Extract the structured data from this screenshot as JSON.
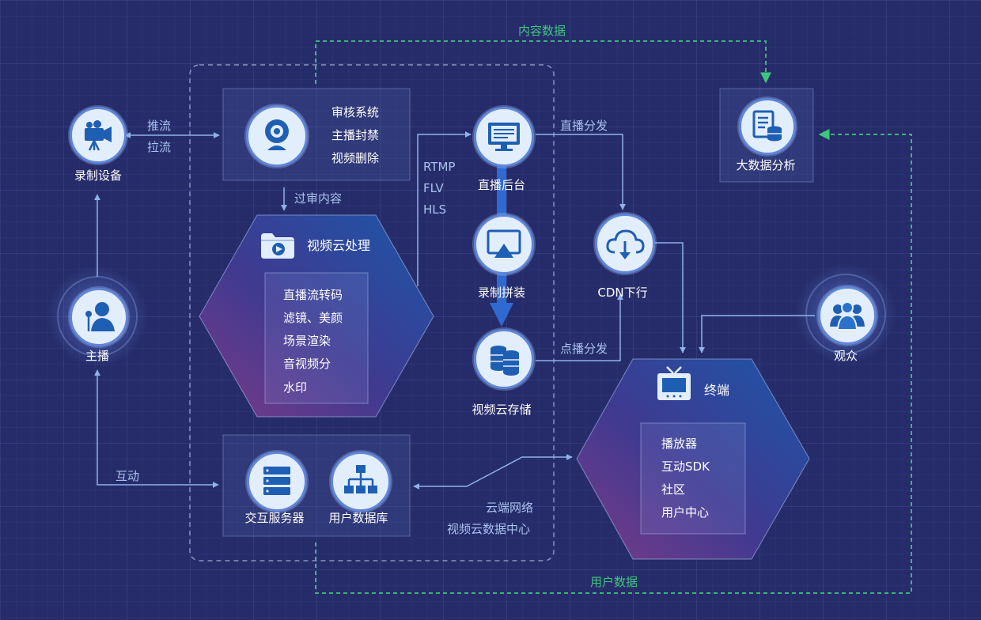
{
  "flow_labels": {
    "content_data": "内容数据",
    "user_data": "用户数据",
    "push": "推流",
    "pull": "拉流",
    "approved_content": "过审内容",
    "rtmp": "RTMP",
    "flv": "FLV",
    "hls": "HLS",
    "live_distribution": "直播分发",
    "vod_distribution": "点播分发",
    "interaction": "互动",
    "cloud_network": "云端网络",
    "video_cloud_dc": "视频云数据中心"
  },
  "nodes": {
    "recording_device": "录制设备",
    "anchor": "主播",
    "audience": "观众",
    "big_data": "大数据分析",
    "live_backend": "直播后台",
    "recording_assembly": "录制拼装",
    "video_cloud_storage": "视频云存储",
    "cdn_downlink": "CDN下行",
    "interaction_server": "交互服务器",
    "user_database": "用户数据库"
  },
  "review_box": {
    "items": [
      "审核系统",
      "主播封禁",
      "视频删除"
    ]
  },
  "video_cloud": {
    "title": "视频云处理",
    "items": [
      "直播流转码",
      "滤镜、美颜",
      "场景渲染",
      "音视频分",
      "水印"
    ]
  },
  "terminal": {
    "title": "终端",
    "items": [
      "播放器",
      "互动SDK",
      "社区",
      "用户中心"
    ]
  },
  "colors": {
    "background": "#262c6a",
    "flow_line": "#8fb2ea",
    "data_line": "#3fc67e",
    "icon_fill": "#1f5fb3",
    "circle_fill": "#e3eefc"
  },
  "icons": [
    "video-camera-icon",
    "microphone-person-icon",
    "audience-group-icon",
    "report-database-icon",
    "webcam-icon",
    "monitor-icon",
    "screen-mirror-icon",
    "database-icon",
    "cloud-download-icon",
    "folder-play-icon",
    "tv-icon",
    "server-icon",
    "org-chart-icon"
  ]
}
